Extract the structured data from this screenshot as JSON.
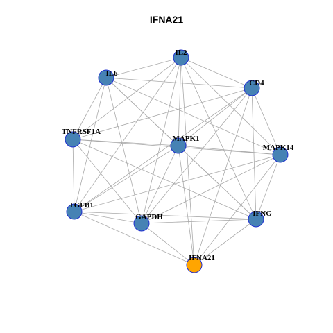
{
  "title": "IFNA21",
  "colors": {
    "node_fill": "#4682B4",
    "node_stroke": "#1F2FD0",
    "hub_fill": "#FFA500",
    "edge": "#A9A9A9"
  },
  "nodes": [
    {
      "id": "IL2",
      "label": "IL2",
      "hub": false
    },
    {
      "id": "IL6",
      "label": "IL6",
      "hub": false
    },
    {
      "id": "CD4",
      "label": "CD4",
      "hub": false
    },
    {
      "id": "TNFRSF1A",
      "label": "TNFRSF1A",
      "hub": false
    },
    {
      "id": "MAPK1",
      "label": "MAPK1",
      "hub": false
    },
    {
      "id": "MAPK14",
      "label": "MAPK14",
      "hub": false
    },
    {
      "id": "TGFB1",
      "label": "TGFB1",
      "hub": false
    },
    {
      "id": "GAPDH",
      "label": "GAPDH",
      "hub": false
    },
    {
      "id": "IFNG",
      "label": "IFNG",
      "hub": false
    },
    {
      "id": "IFNA21",
      "label": "IFNA21",
      "hub": true
    }
  ],
  "edges": [
    [
      "IL2",
      "IL6"
    ],
    [
      "IL2",
      "CD4"
    ],
    [
      "IL2",
      "MAPK1"
    ],
    [
      "IL2",
      "MAPK14"
    ],
    [
      "IL2",
      "TGFB1"
    ],
    [
      "IL2",
      "GAPDH"
    ],
    [
      "IL2",
      "IFNG"
    ],
    [
      "IL2",
      "IFNA21"
    ],
    [
      "IL2",
      "TNFRSF1A"
    ],
    [
      "IL6",
      "CD4"
    ],
    [
      "IL6",
      "MAPK1"
    ],
    [
      "IL6",
      "MAPK14"
    ],
    [
      "IL6",
      "TGFB1"
    ],
    [
      "IL6",
      "GAPDH"
    ],
    [
      "IL6",
      "IFNG"
    ],
    [
      "IL6",
      "TNFRSF1A"
    ],
    [
      "CD4",
      "MAPK1"
    ],
    [
      "CD4",
      "MAPK14"
    ],
    [
      "CD4",
      "TGFB1"
    ],
    [
      "CD4",
      "GAPDH"
    ],
    [
      "CD4",
      "IFNG"
    ],
    [
      "CD4",
      "IFNA21"
    ],
    [
      "CD4",
      "TNFRSF1A"
    ],
    [
      "TNFRSF1A",
      "MAPK1"
    ],
    [
      "TNFRSF1A",
      "MAPK14"
    ],
    [
      "TNFRSF1A",
      "TGFB1"
    ],
    [
      "TNFRSF1A",
      "GAPDH"
    ],
    [
      "TNFRSF1A",
      "IFNG"
    ],
    [
      "MAPK1",
      "MAPK14"
    ],
    [
      "MAPK1",
      "TGFB1"
    ],
    [
      "MAPK1",
      "GAPDH"
    ],
    [
      "MAPK1",
      "IFNG"
    ],
    [
      "MAPK1",
      "IFNA21"
    ],
    [
      "MAPK14",
      "TGFB1"
    ],
    [
      "MAPK14",
      "GAPDH"
    ],
    [
      "MAPK14",
      "IFNG"
    ],
    [
      "MAPK14",
      "IFNA21"
    ],
    [
      "TGFB1",
      "GAPDH"
    ],
    [
      "TGFB1",
      "IFNG"
    ],
    [
      "TGFB1",
      "IFNA21"
    ],
    [
      "GAPDH",
      "IFNG"
    ],
    [
      "GAPDH",
      "IFNA21"
    ],
    [
      "IFNG",
      "IFNA21"
    ]
  ]
}
